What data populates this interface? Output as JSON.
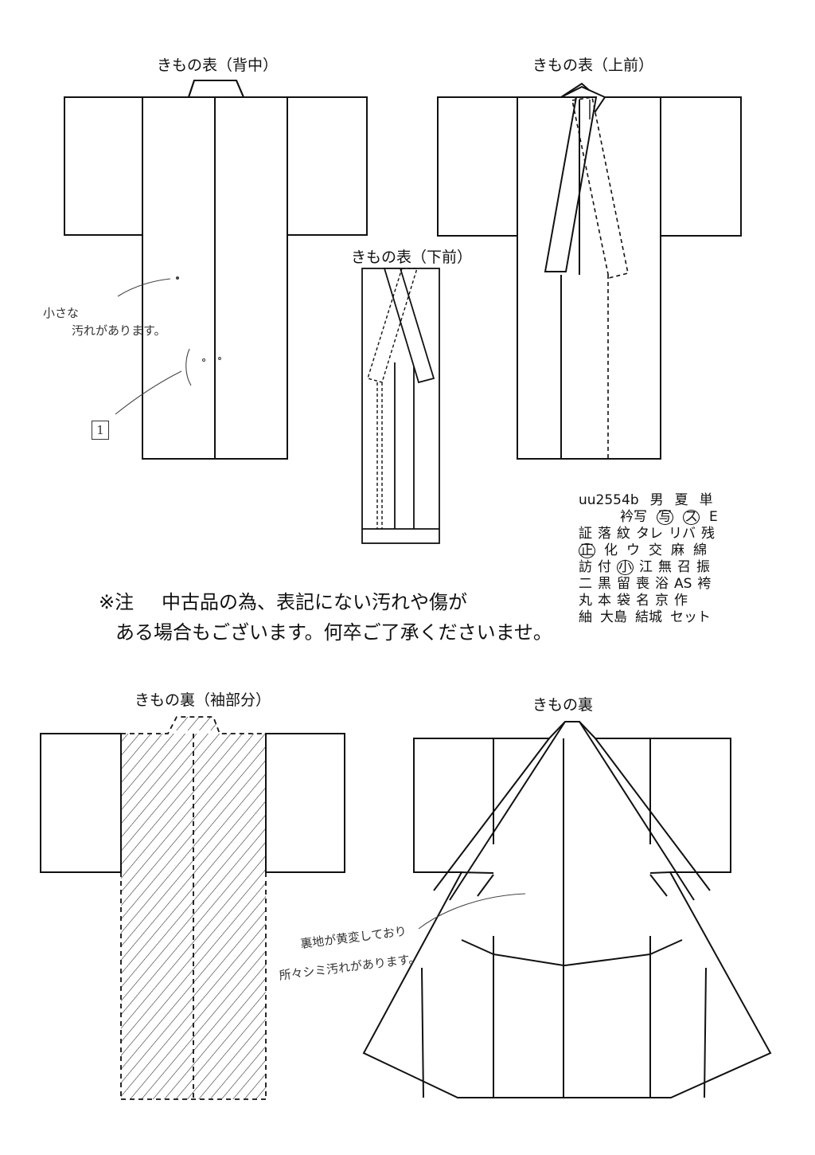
{
  "titles": {
    "back": "きもの表（背中）",
    "front_upper": "きもの表（上前）",
    "front_lower": "きもの表（下前）",
    "lining_sleeve": "きもの裏（袖部分）",
    "lining": "きもの裏"
  },
  "handwritten": {
    "note1_line1": "小さな",
    "note1_line2": "汚れがあります。",
    "box_number": "1",
    "note2_line1": "裏地が黄変しており",
    "note2_line2": "所々シミ汚れがあります。"
  },
  "notice": {
    "mark": "※注",
    "line1": "中古品の為、表記にない汚れや傷が",
    "line2": "ある場合もございます。何卒ご了承くださいませ。"
  },
  "code_table": {
    "rows": [
      [
        {
          "t": "uu2554b"
        },
        {
          "t": "男"
        },
        {
          "t": "夏"
        },
        {
          "t": "単"
        }
      ],
      [
        {
          "t": "衿写"
        },
        {
          "t": "写",
          "c": true
        },
        {
          "t": "ス",
          "c": true
        },
        {
          "t": "E"
        }
      ],
      [
        {
          "t": "証"
        },
        {
          "t": "落"
        },
        {
          "t": "紋"
        },
        {
          "t": "タレ"
        },
        {
          "t": "リバ"
        },
        {
          "t": "残"
        }
      ],
      [
        {
          "t": "正",
          "c": true
        },
        {
          "t": "化"
        },
        {
          "t": "ウ"
        },
        {
          "t": "交"
        },
        {
          "t": "麻"
        },
        {
          "t": "綿"
        }
      ],
      [
        {
          "t": "訪"
        },
        {
          "t": "付"
        },
        {
          "t": "小",
          "c": true
        },
        {
          "t": "江"
        },
        {
          "t": "無"
        },
        {
          "t": "召"
        },
        {
          "t": "振"
        }
      ],
      [
        {
          "t": "二"
        },
        {
          "t": "黒"
        },
        {
          "t": "留"
        },
        {
          "t": "喪"
        },
        {
          "t": "浴"
        },
        {
          "t": "AS"
        },
        {
          "t": "袴"
        }
      ],
      [
        {
          "t": "丸"
        },
        {
          "t": "本"
        },
        {
          "t": "袋"
        },
        {
          "t": "名"
        },
        {
          "t": "京"
        },
        {
          "t": "作"
        }
      ],
      [
        {
          "t": "紬"
        },
        {
          "t": "大島"
        },
        {
          "t": "結城"
        },
        {
          "t": "セット"
        }
      ]
    ]
  }
}
